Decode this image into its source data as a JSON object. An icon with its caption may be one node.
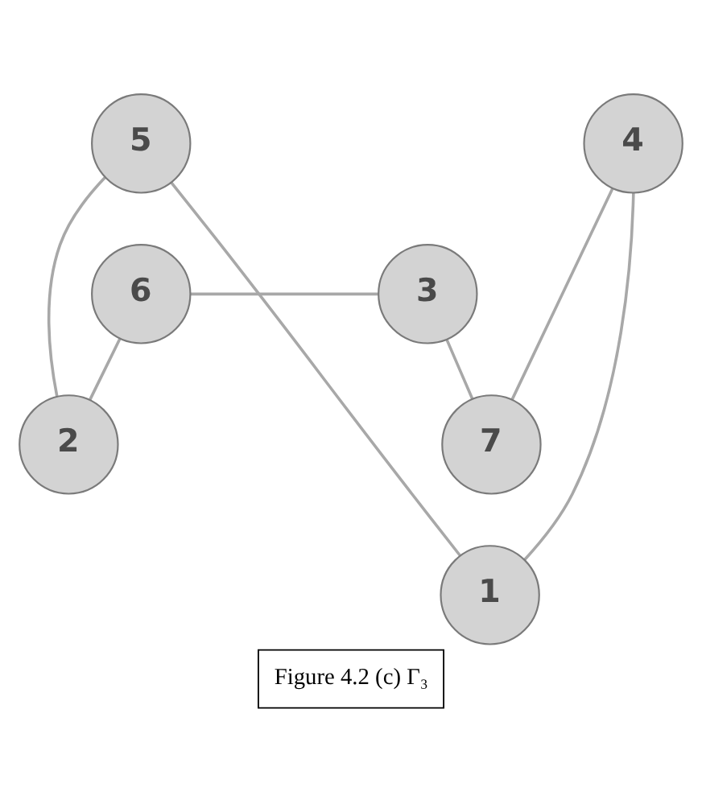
{
  "diagram": {
    "caption": "Figure 4.2 (c) Γ₃",
    "nodes": [
      {
        "text": [
          "5"
        ]
      },
      {
        "text": [
          "4"
        ]
      },
      {
        "text": [
          "6"
        ]
      },
      {
        "text": [
          "3"
        ]
      },
      {
        "text": [
          "7"
        ]
      },
      {
        "text": [
          "2"
        ]
      },
      {
        "text": [
          "1"
        ]
      }
    ],
    "edges": [
      {
        "from": 0,
        "to": 6,
        "arrow": "none"
      },
      {
        "from": 0,
        "to": 5,
        "arrow": "none"
      },
      {
        "from": 1,
        "to": 4,
        "arrow": "none"
      },
      {
        "from": 1,
        "to": 6,
        "arrow": "none"
      },
      {
        "from": 2,
        "to": 3,
        "arrow": "none"
      },
      {
        "from": 2,
        "to": 5,
        "arrow": "none"
      },
      {
        "from": 3,
        "to": 4,
        "arrow": "none"
      }
    ]
  }
}
